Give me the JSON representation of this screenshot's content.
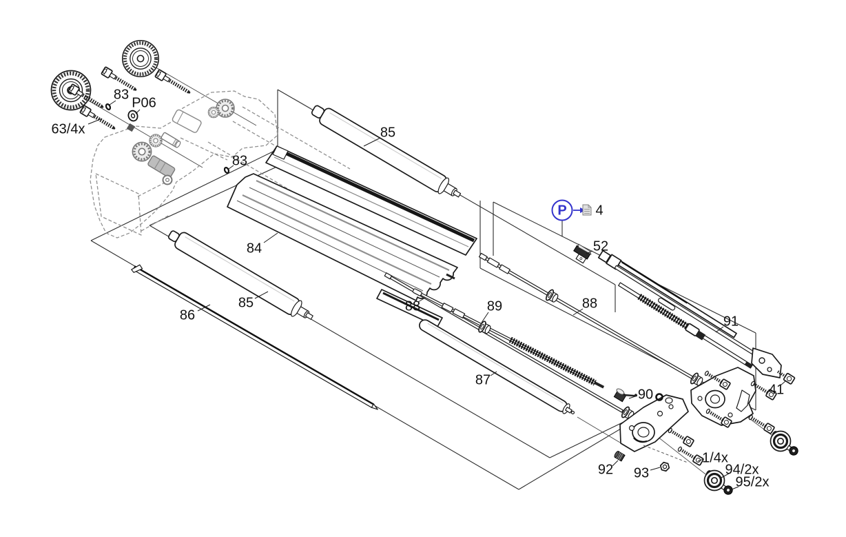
{
  "diagram": {
    "type": "exploded-parts-diagram",
    "background": "#ffffff",
    "colors": {
      "line": "#1a1a1a",
      "boundary": "#2b2b2b",
      "ghost_gray": "#909090",
      "dark_fill": "#161616",
      "gray_accent": "#8a8a8a",
      "accent_blue": "#3333cc"
    },
    "callout": {
      "letter": "P",
      "page": "4",
      "icon": "document-page-icon"
    },
    "part_labels": [
      {
        "text": "63/4x"
      },
      {
        "text": "83"
      },
      {
        "text": "P06"
      },
      {
        "text": "83"
      },
      {
        "text": "85"
      },
      {
        "text": "84"
      },
      {
        "text": "85"
      },
      {
        "text": "86"
      },
      {
        "text": "88"
      },
      {
        "text": "89"
      },
      {
        "text": "88"
      },
      {
        "text": "87"
      },
      {
        "text": "91"
      },
      {
        "text": "52"
      },
      {
        "text": "90"
      },
      {
        "text": "41"
      },
      {
        "text": "92"
      },
      {
        "text": "93"
      },
      {
        "text": "1/4x"
      },
      {
        "text": "94/2x"
      },
      {
        "text": "95/2x"
      }
    ]
  }
}
